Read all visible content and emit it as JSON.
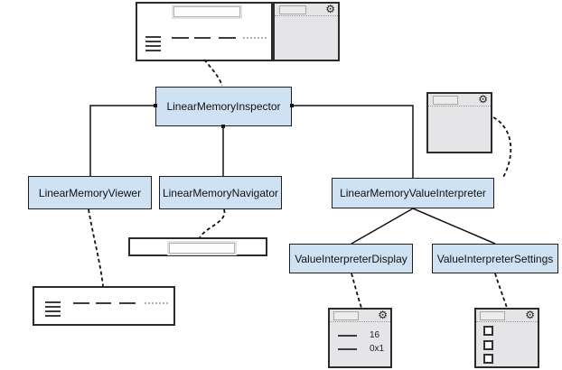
{
  "icons": {
    "gear": "⚙"
  },
  "colors": {
    "node_fill": "#cfe2f3",
    "node_border": "#1f1f1f",
    "panel_fill": "#e5e5e7",
    "panel_border": "#2b2b2b",
    "background": "#ffffff"
  },
  "nodes": {
    "inspector": {
      "label": "LinearMemoryInspector"
    },
    "viewer": {
      "label": "LinearMemoryViewer"
    },
    "navigator": {
      "label": "LinearMemoryNavigator"
    },
    "value_interpreter": {
      "label": "LinearMemoryValueInterpreter"
    },
    "display": {
      "label": "ValueInterpreterDisplay"
    },
    "settings": {
      "label": "ValueInterpreterSettings"
    }
  },
  "edges": {
    "solid": [
      {
        "from": "LinearMemoryInspector",
        "to": "LinearMemoryViewer"
      },
      {
        "from": "LinearMemoryInspector",
        "to": "LinearMemoryNavigator"
      },
      {
        "from": "LinearMemoryInspector",
        "to": "LinearMemoryValueInterpreter"
      },
      {
        "from": "LinearMemoryValueInterpreter",
        "to": "ValueInterpreterDisplay"
      },
      {
        "from": "LinearMemoryValueInterpreter",
        "to": "ValueInterpreterSettings"
      }
    ],
    "dashed": [
      {
        "from": "inspector-mockup",
        "to": "LinearMemoryInspector"
      },
      {
        "from": "interpreter-mockup",
        "to": "LinearMemoryValueInterpreter"
      },
      {
        "from": "LinearMemoryViewer",
        "to": "viewer-mockup"
      },
      {
        "from": "LinearMemoryNavigator",
        "to": "navigator-mockup"
      },
      {
        "from": "ValueInterpreterDisplay",
        "to": "display-mockup"
      },
      {
        "from": "ValueInterpreterSettings",
        "to": "settings-mockup"
      }
    ]
  },
  "mockups": {
    "display_panel": {
      "values": [
        "16",
        "0x1"
      ]
    }
  }
}
